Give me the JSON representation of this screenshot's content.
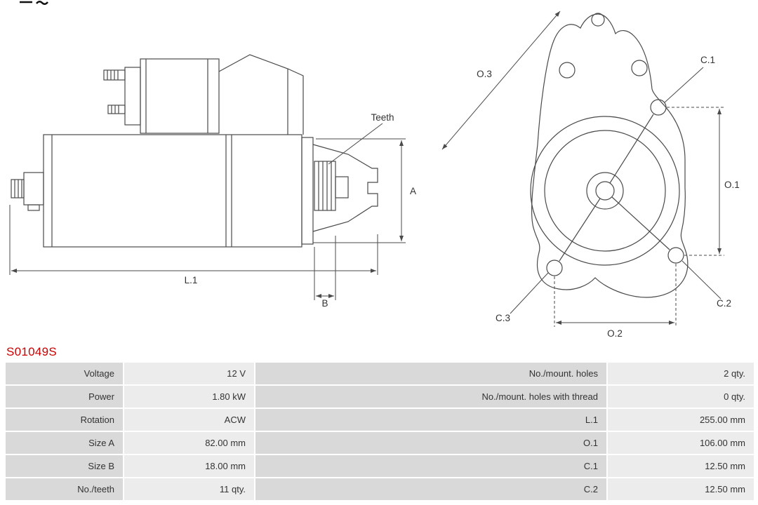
{
  "part_number": "S01049S",
  "diagram": {
    "side_view": {
      "teeth_label": "Teeth",
      "dim_a": "A",
      "dim_b": "B",
      "dim_l1": "L.1"
    },
    "front_view": {
      "dim_o1": "O.1",
      "dim_o2": "O.2",
      "dim_o3": "O.3",
      "dim_c1": "C.1",
      "dim_c2": "C.2",
      "dim_c3": "C.3"
    }
  },
  "spec_table": {
    "rows": [
      {
        "label_left": "Voltage",
        "value_left": "12 V",
        "label_right": "No./mount. holes",
        "value_right": "2 qty."
      },
      {
        "label_left": "Power",
        "value_left": "1.80 kW",
        "label_right": "No./mount. holes with thread",
        "value_right": "0 qty."
      },
      {
        "label_left": "Rotation",
        "value_left": "ACW",
        "label_right": "L.1",
        "value_right": "255.00 mm"
      },
      {
        "label_left": "Size A",
        "value_left": "82.00 mm",
        "label_right": "O.1",
        "value_right": "106.00 mm"
      },
      {
        "label_left": "Size B",
        "value_left": "18.00 mm",
        "label_right": "C.1",
        "value_right": "12.50 mm"
      },
      {
        "label_left": "No./teeth",
        "value_left": "11 qty.",
        "label_right": "C.2",
        "value_right": "12.50 mm"
      }
    ]
  },
  "colors": {
    "part_number_red": "#cc0000",
    "label_cell_bg": "#d9d9d9",
    "value_cell_bg": "#ececec",
    "line_color": "#4a4a4a",
    "text_color": "#333333"
  }
}
